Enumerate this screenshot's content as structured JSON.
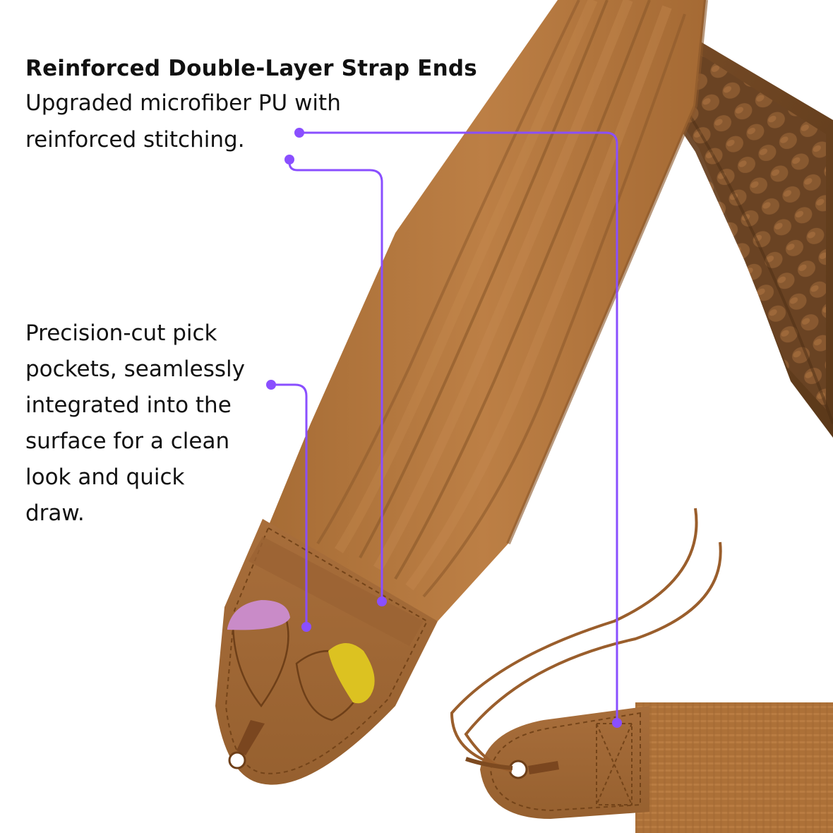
{
  "colors": {
    "accent": "#8a4fff",
    "strap_fabric": "#b5783e",
    "strap_leather": "#a46a38",
    "padding_dark": "#6b4424",
    "pick_pink": "#c98bc8",
    "pick_yellow": "#dcc221",
    "text": "#111111",
    "background": "#ffffff"
  },
  "callout_top": {
    "heading": "Reinforced Double-Layer Strap Ends",
    "body_lines": [
      "Upgraded microfiber PU with",
      "reinforced stitching."
    ]
  },
  "callout_left": {
    "body_lines": [
      "Precision-cut pick",
      "pockets, seamlessly",
      "integrated into the",
      "surface for a clean",
      "look and quick",
      "draw."
    ]
  },
  "icons": [
    "leader-dot-icon"
  ]
}
